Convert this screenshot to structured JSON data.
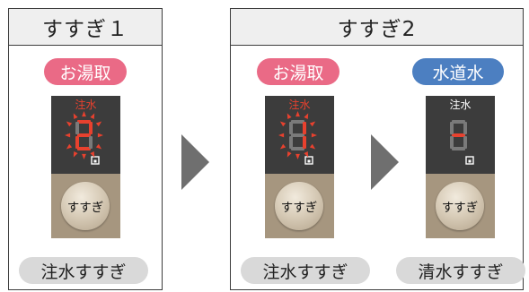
{
  "steps": [
    {
      "title": "すすぎ１",
      "columns": [
        {
          "badge": "お湯取",
          "badge_color": "pink",
          "display_label": "注水",
          "digit": "2",
          "button": "すすぎ",
          "caption": "注水すすぎ"
        }
      ]
    },
    {
      "title": "すすぎ2",
      "columns": [
        {
          "badge": "お湯取",
          "badge_color": "pink",
          "display_label": "注水",
          "digit": "1",
          "button": "すすぎ",
          "caption": "注水すすぎ"
        },
        {
          "badge": "水道水",
          "badge_color": "blue",
          "display_label": "注水",
          "digit": "-",
          "button": "すすぎ",
          "caption": "清水すすぎ"
        }
      ]
    }
  ],
  "colors": {
    "pink": "#ea6a86",
    "blue": "#4c7fc1",
    "segment_red": "#e8412e",
    "dim_segment": "#7a7a7a",
    "arrow": "#6f6f6f"
  }
}
